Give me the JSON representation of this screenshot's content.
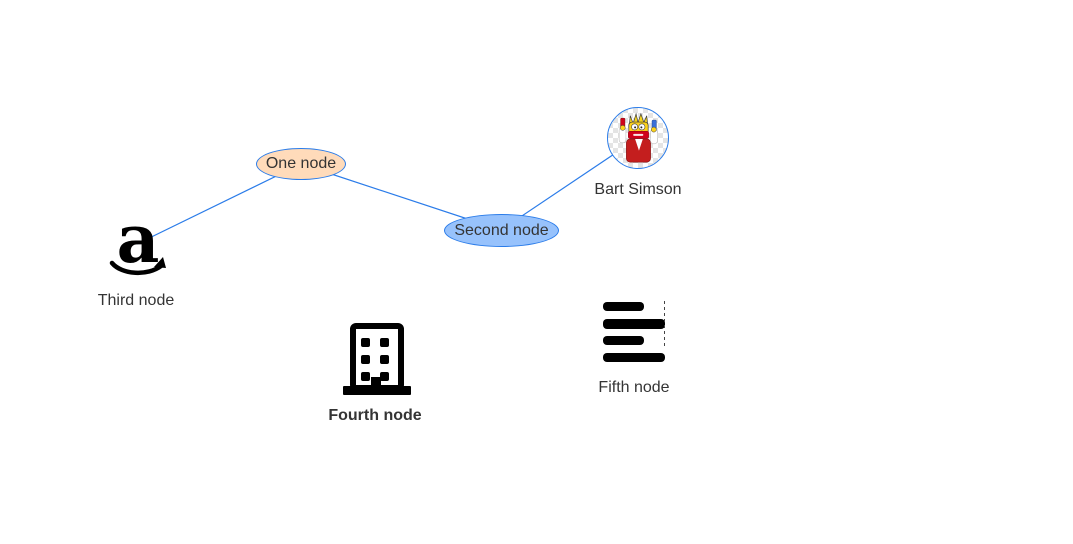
{
  "canvas": {
    "background": "#ffffff"
  },
  "colors": {
    "edge": "#2b7ce9",
    "node_border": "#2b7ce9",
    "label": "#343434",
    "icon": "#000000",
    "one_node_bg": "#ffdbba",
    "second_node_bg": "#97c2fc"
  },
  "nodes": [
    {
      "id": "one",
      "label": "One node",
      "shape": "ellipse",
      "background": "#ffdbba",
      "border": "#2b7ce9"
    },
    {
      "id": "second",
      "label": "Second node",
      "shape": "ellipse",
      "background": "#97c2fc",
      "border": "#2b7ce9"
    },
    {
      "id": "bart",
      "label": "Bart Simson",
      "shape": "circularImage",
      "icon": "bart-simpson-image"
    },
    {
      "id": "third",
      "label": "Third node",
      "shape": "image",
      "icon": "amazon-logo"
    },
    {
      "id": "fourth",
      "label": "Fourth node",
      "shape": "image",
      "icon": "building-icon",
      "bold": true
    },
    {
      "id": "fifth",
      "label": "Fifth node",
      "shape": "image",
      "icon": "text-lines-icon"
    }
  ],
  "edges": [
    {
      "from": "Third node",
      "to": "One node"
    },
    {
      "from": "One node",
      "to": "Second node"
    },
    {
      "from": "Second node",
      "to": "Bart Simson"
    }
  ]
}
